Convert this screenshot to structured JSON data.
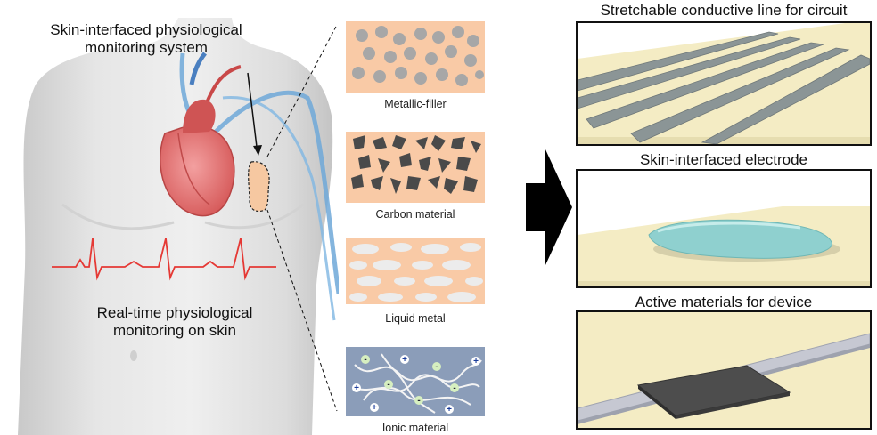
{
  "torso": {
    "top_label_line1": "Skin-interfaced physiological",
    "top_label_line2": "monitoring system",
    "bottom_label_line1": "Real-time physiological",
    "bottom_label_line2": "monitoring on skin"
  },
  "materials": [
    {
      "label": "Metallic-filler",
      "fill": "#f9caa6"
    },
    {
      "label": "Carbon material",
      "fill": "#f9caa6"
    },
    {
      "label": "Liquid metal",
      "fill": "#f9caa6"
    },
    {
      "label": "Ionic material",
      "fill": "#8b9db9"
    }
  ],
  "ionic_symbols": {
    "plus": "+",
    "minus": "-"
  },
  "applications": [
    {
      "title": "Stretchable conductive line for circuit"
    },
    {
      "title": "Skin-interfaced electrode"
    },
    {
      "title": "Active materials for device"
    }
  ],
  "colors": {
    "peach": "#f9caa6",
    "ionic_bg": "#8b9db9",
    "ecg_red": "#e53935",
    "panel_floor": "#f4ecc4"
  }
}
